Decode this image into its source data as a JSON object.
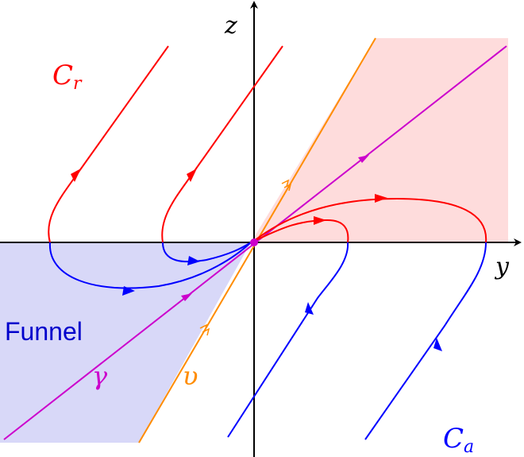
{
  "labels": {
    "z_axis": "z",
    "y_axis": "y",
    "c_r_main": "C",
    "c_r_sub": "r",
    "c_a_main": "C",
    "c_a_sub": "a",
    "funnel": "Funnel",
    "gamma": "γ",
    "upsilon": "υ"
  },
  "colors": {
    "repelling": "#ff0000",
    "attracting": "#0000ff",
    "special": "#cc00cc",
    "upsilon_line": "#ff8c00",
    "funnel_fill": "#d8d8f8",
    "repelling_region_fill": "#fedcdc",
    "axes": "#000000"
  }
}
